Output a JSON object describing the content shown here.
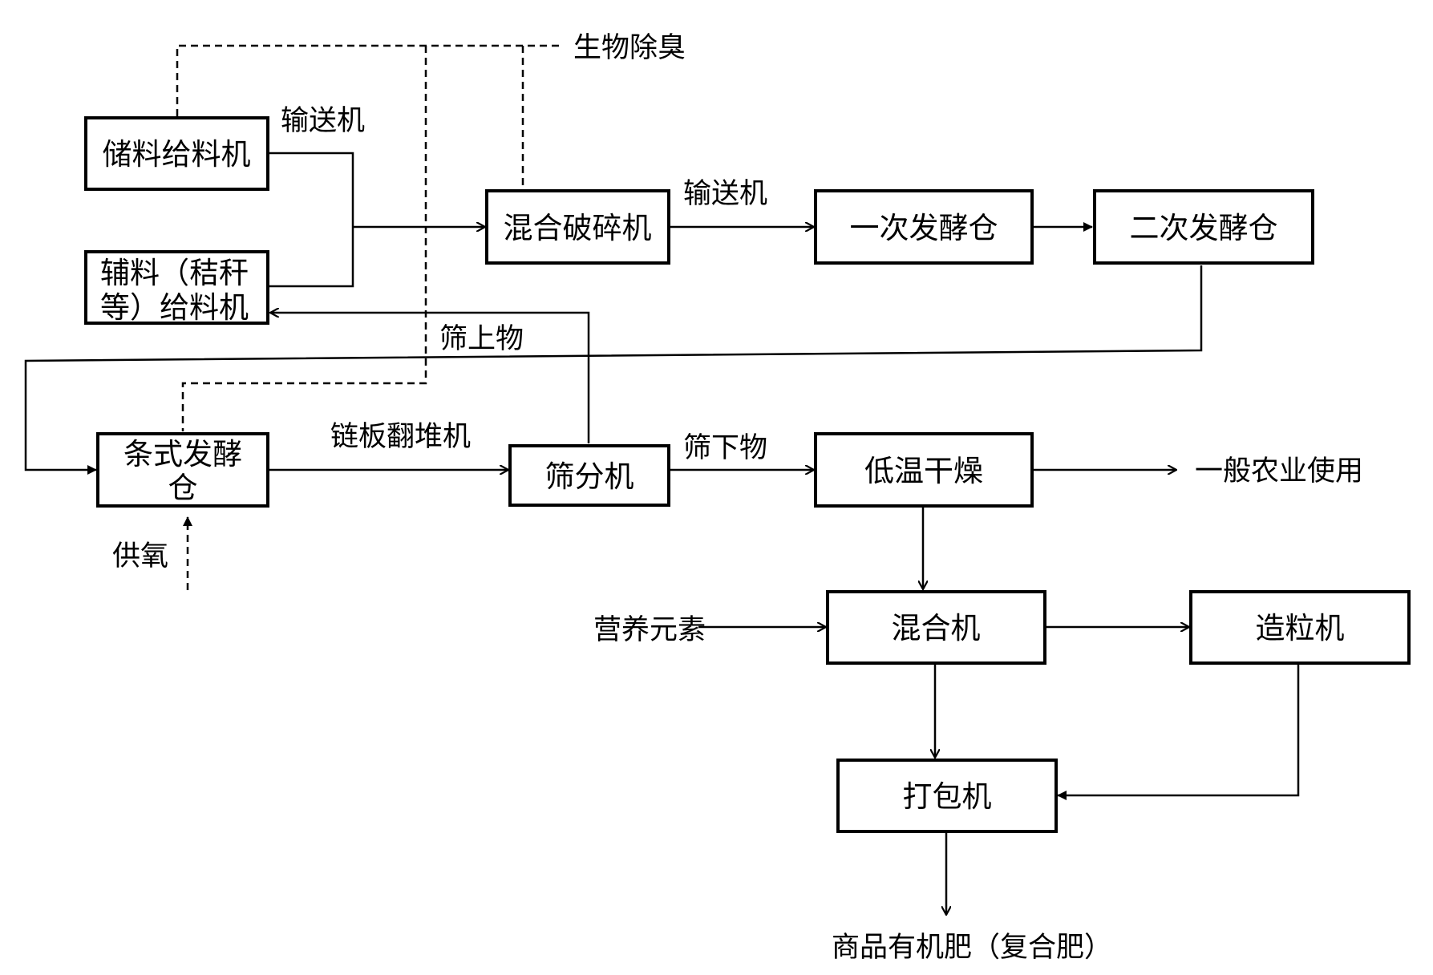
{
  "diagram": {
    "nodes": {
      "storage_feeder": {
        "label": "储料给料机"
      },
      "aux_feeder": {
        "lines": [
          "辅料（秸秆",
          "等）给料机"
        ]
      },
      "mix_crusher": {
        "label": "混合破碎机"
      },
      "first_ferment": {
        "label": "一次发酵仓"
      },
      "second_ferment": {
        "label": "二次发酵仓"
      },
      "strip_ferment": {
        "lines": [
          "条式发酵",
          "仓"
        ]
      },
      "screener": {
        "label": "筛分机"
      },
      "low_temp_dry": {
        "label": "低温干燥"
      },
      "mixer": {
        "label": "混合机"
      },
      "granulator": {
        "label": "造粒机"
      },
      "packer": {
        "label": "打包机"
      }
    },
    "labels": {
      "bio_deodor": "生物除臭",
      "conveyor_1": "输送机",
      "conveyor_2": "输送机",
      "oversize": "筛上物",
      "chain_turner": "链板翻堆机",
      "undersize": "筛下物",
      "oxygen": "供氧",
      "general_agri": "一般农业使用",
      "nutrients": "营养元素",
      "product": "商品有机肥（复合肥）"
    }
  }
}
